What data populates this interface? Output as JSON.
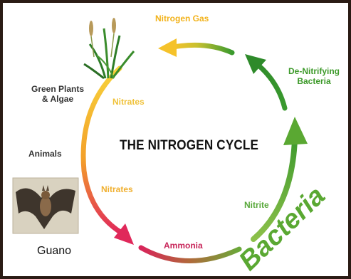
{
  "title": "THE NITROGEN CYCLE",
  "labels": {
    "nitrogen_gas": "Nitrogen Gas",
    "denitrifying_line1": "De-Nitrifying",
    "denitrifying_line2": "Bacteria",
    "green_plants_line1": "Green Plants",
    "green_plants_line2": "& Algae",
    "nitrates_top": "Nitrates",
    "animals": "Animals",
    "nitrates_bottom": "Nitrates",
    "nitrite": "Nitrite",
    "ammonia": "Ammonia",
    "guano": "Guano",
    "bacteria": "Bacteria"
  },
  "colors": {
    "yellow": "#f5c22a",
    "orange": "#f08a2a",
    "red": "#d8245a",
    "green": "#4fa532",
    "dark_green": "#2e8a2a"
  },
  "icons": {
    "plant": "grass-reeds-icon",
    "bat": "bat-photo"
  }
}
